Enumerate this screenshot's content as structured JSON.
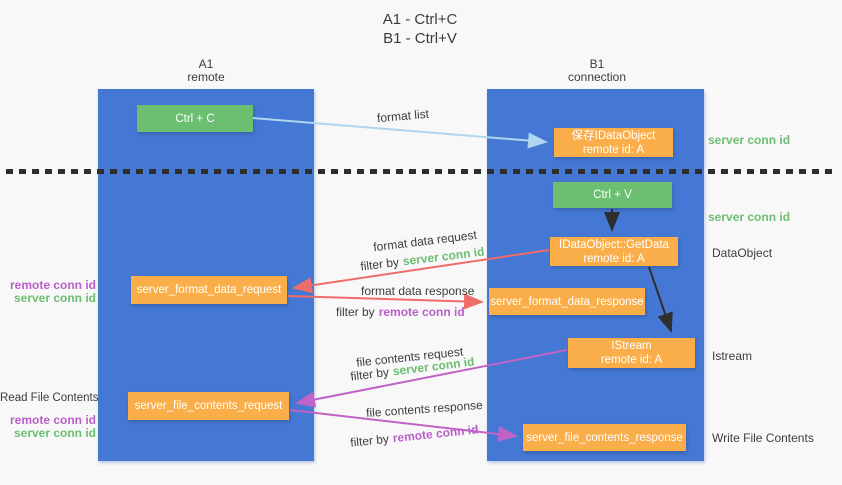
{
  "title": {
    "line1": "A1 - Ctrl+C",
    "line2": "B1 - Ctrl+V"
  },
  "columns": {
    "left": {
      "name": "A1",
      "role": "remote"
    },
    "right": {
      "name": "B1",
      "role": "connection"
    }
  },
  "nodes": {
    "ctrl_c": "Ctrl + C",
    "ctrl_v": "Ctrl + V",
    "save_dataobject": {
      "line1": "保存IDataObject",
      "line2": "remote id: A"
    },
    "getdata": {
      "line1": "IDataObject::GetData",
      "line2": "remote id: A"
    },
    "istream": {
      "line1": "IStream",
      "line2": "remote id: A"
    },
    "format_request": "server_format_data_request",
    "format_response": "server_format_data_response",
    "file_request": "server_file_contents_request",
    "file_response": "server_file_contents_response"
  },
  "arrow_labels": {
    "format_list": "format list",
    "format_data_request": "format data request",
    "format_data_response": "format data response",
    "file_contents_request": "file contents request",
    "file_contents_response": "file contents response",
    "filter_by": "filter by",
    "server_conn_id": "server conn id",
    "remote_conn_id": "remote conn id"
  },
  "side_labels": {
    "server_conn_id_top": "server conn id",
    "server_conn_id_mid": "server conn id",
    "dataobject": "DataObject",
    "istream": "Istream",
    "write_file_contents": "Write File Contents",
    "read_file_contents": "Read File Contents",
    "remote_conn_id": "remote conn id",
    "server_conn_id": "server conn id"
  },
  "colors": {
    "lifeline_blue": "#4478d4",
    "node_orange": "#f9ae49",
    "node_green": "#6cbe71",
    "arrow_salmon": "#ef6d68",
    "arrow_purple": "#bf63c6",
    "arrow_lightblue": "#aed6ef",
    "arrow_black": "#2e2e2e",
    "text_green": "#6cbe71",
    "text_purple": "#b95fc8",
    "background": "#f8f8f8"
  }
}
